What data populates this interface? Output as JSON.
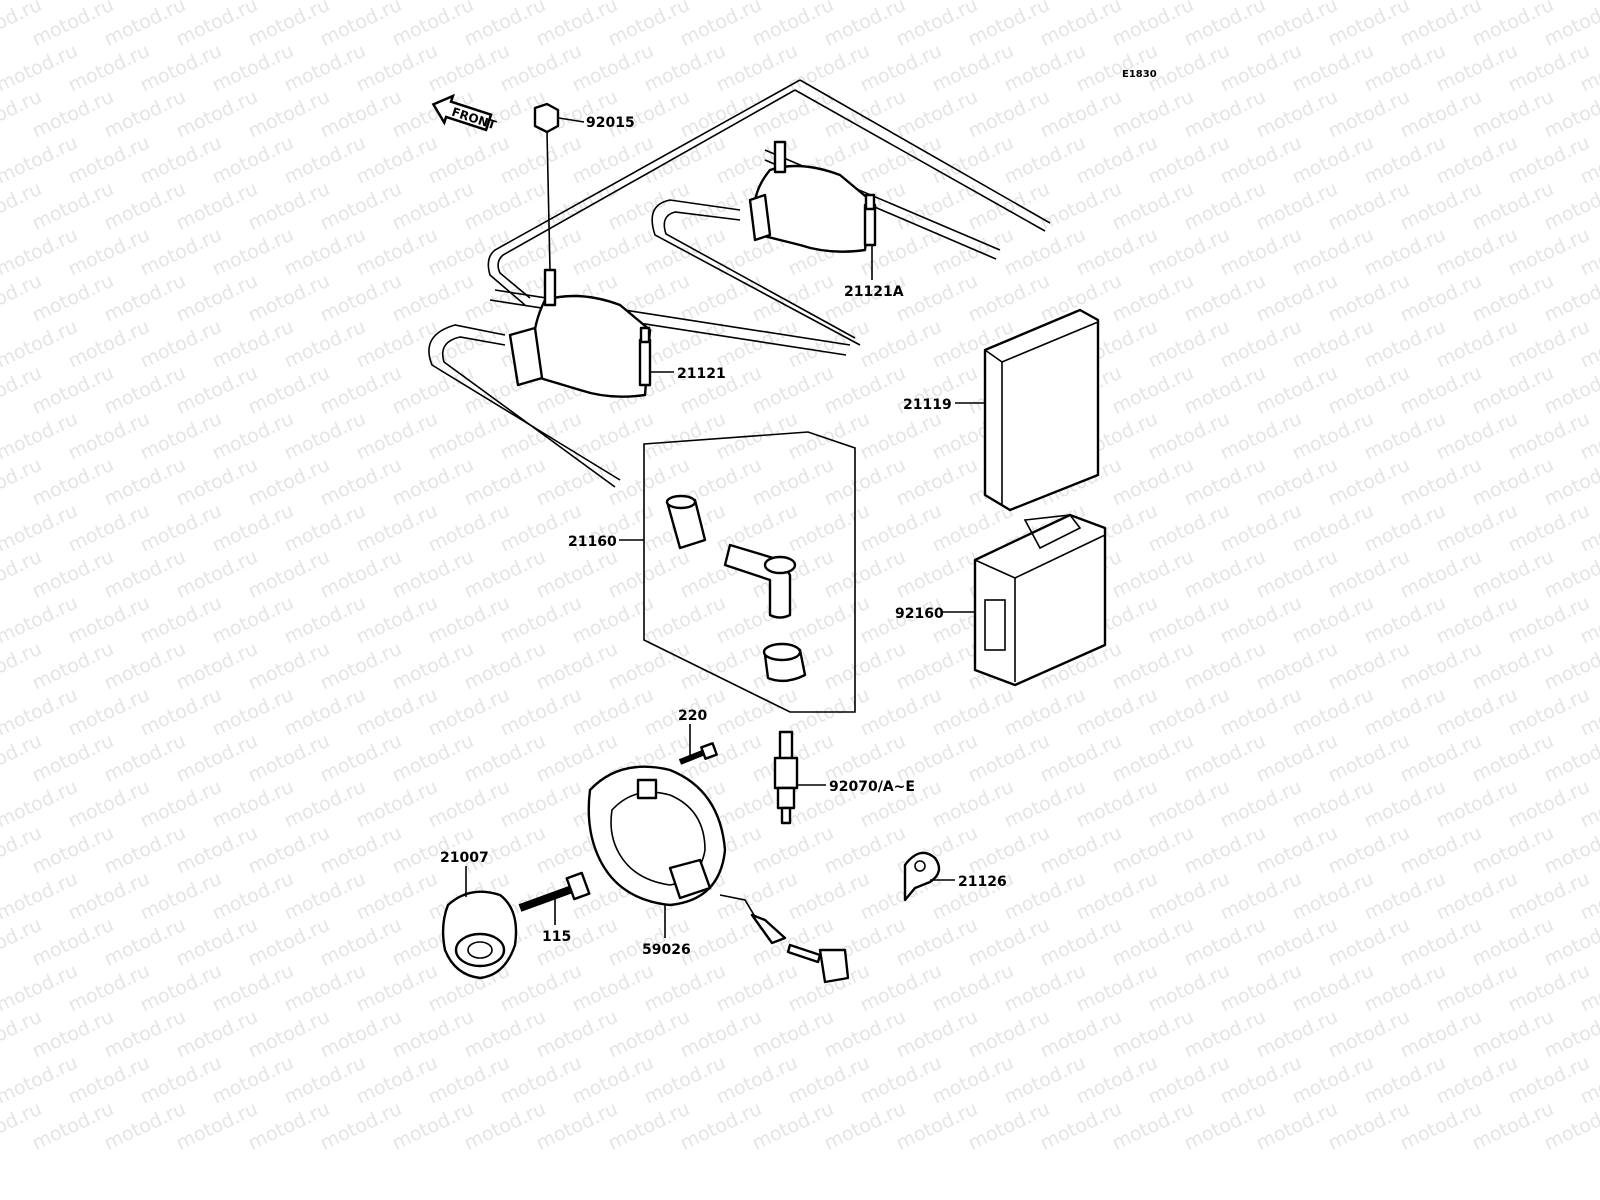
{
  "diagram": {
    "code": "E1830",
    "front_label": "FRONT",
    "watermark": "motod.ru",
    "callouts": [
      {
        "id": "92015",
        "label": "92015"
      },
      {
        "id": "21121a",
        "label": "21121A"
      },
      {
        "id": "21121",
        "label": "21121"
      },
      {
        "id": "21119",
        "label": "21119"
      },
      {
        "id": "21160",
        "label": "21160"
      },
      {
        "id": "92160",
        "label": "92160"
      },
      {
        "id": "220",
        "label": "220"
      },
      {
        "id": "92070",
        "label": "92070/A~E"
      },
      {
        "id": "21007",
        "label": "21007"
      },
      {
        "id": "115",
        "label": "115"
      },
      {
        "id": "59026",
        "label": "59026"
      },
      {
        "id": "21126",
        "label": "21126"
      }
    ]
  }
}
